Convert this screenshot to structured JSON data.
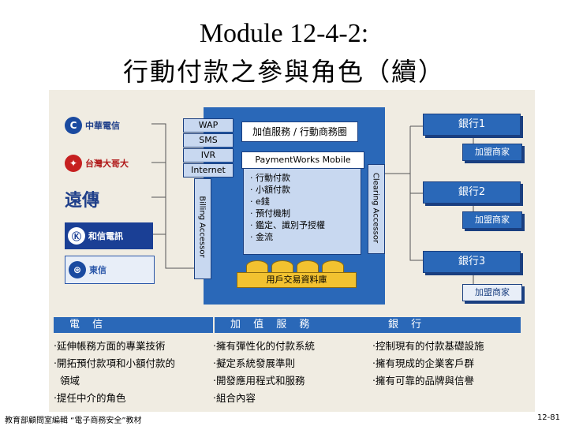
{
  "title": {
    "line1": "Module 12-4-2:",
    "line2": "行動付款之參與角色（續）"
  },
  "telecom_logos": [
    {
      "name": "中華電信",
      "glyph": "C"
    },
    {
      "name": "台灣大哥大",
      "glyph": "✦"
    },
    {
      "name": "遠傳",
      "glyph": "遠"
    },
    {
      "name": "和信電訊",
      "glyph": "Ⓚ"
    },
    {
      "name": "東信",
      "glyph": "⊛"
    }
  ],
  "channels": [
    "WAP",
    "SMS",
    "IVR",
    "Internet"
  ],
  "billing_accessor": "Billing Accessor",
  "clearing_accessor": "Clearing Accessor",
  "value_added_box": "加值服務 / 行動商務圈",
  "platform": {
    "name": "PaymentWorks Mobile",
    "features": [
      "‧ 行動付款",
      "‧ 小額付款",
      "‧ e錢",
      "‧ 預付機制",
      "‧ 鑑定、識別予授權",
      "‧ 金流"
    ]
  },
  "database": "用戶交易資料庫",
  "banks": [
    {
      "label": "銀行1",
      "merchant": "加盟商家"
    },
    {
      "label": "銀行2",
      "merchant": "加盟商家"
    },
    {
      "label": "銀行3",
      "merchant": "加盟商家"
    }
  ],
  "columns": [
    {
      "header": "電 信",
      "items": [
        "‧延伸帳務方面的專業技術",
        "‧開拓預付款項和小額付款的",
        "  領域",
        "‧提任中介的角色"
      ]
    },
    {
      "header": "加 值 服 務",
      "items": [
        "‧擁有彈性化的付款系統",
        "‧擬定系統發展準則",
        "‧開發應用程式和服務",
        "‧組合內容"
      ]
    },
    {
      "header": "銀 行",
      "items": [
        "‧控制現有的付款基礎設施",
        "‧擁有現成的企業客戶群",
        "‧擁有可靠的品牌與信譽"
      ]
    }
  ],
  "footer": {
    "left": "教育部顧問室編輯 “電子商務安全”教材",
    "right": "12-81"
  }
}
